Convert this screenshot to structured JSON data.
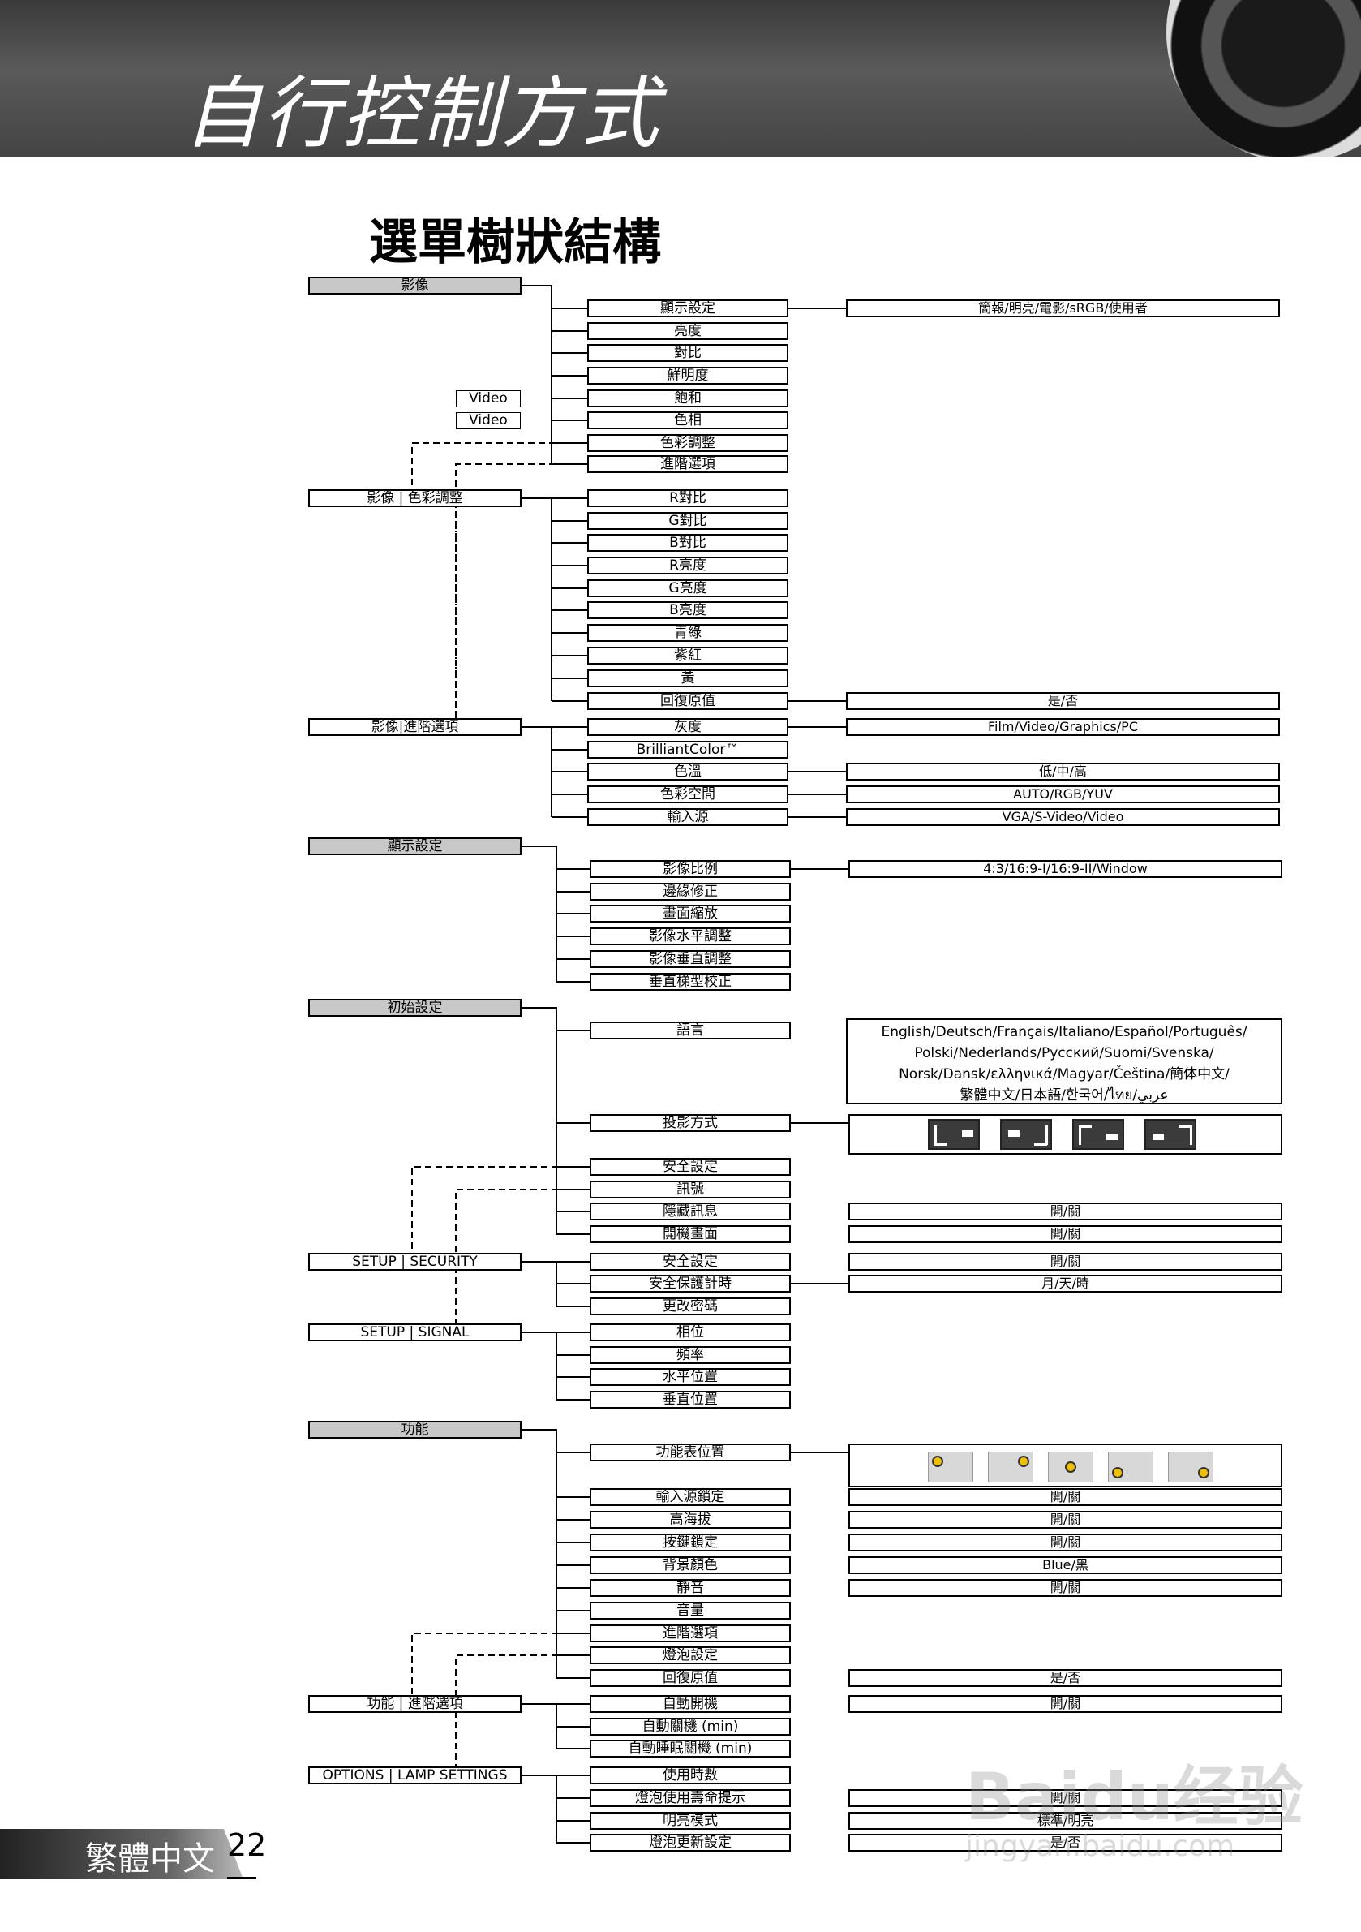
{
  "header": {
    "title": "自行控制方式"
  },
  "page_title": "選單樹狀結構",
  "footer": {
    "language": "繁體中文",
    "page_number": "22"
  },
  "watermark": {
    "brand": "Baidu经验",
    "url": "jingyan.baidu.com"
  },
  "menu": {
    "image": {
      "label": "影像",
      "items": [
        "顯示設定",
        "亮度",
        "對比",
        "鮮明度",
        "飽和",
        "色相",
        "色彩調整",
        "進階選項"
      ],
      "video_notes": [
        "Video",
        "Video"
      ],
      "display_mode_values": "簡報/明亮/電影/sRGB/使用者"
    },
    "color_adjust": {
      "label": "影像 | 色彩調整",
      "items": [
        "R對比",
        "G對比",
        "B對比",
        "R亮度",
        "G亮度",
        "B亮度",
        "青綠",
        "紫紅",
        "黃",
        "回復原值"
      ],
      "reset_values": "是/否"
    },
    "image_advanced": {
      "label": "影像|進階選項",
      "items": [
        "灰度",
        "BrilliantColor™",
        "色溫",
        "色彩空間",
        "輸入源"
      ],
      "values": [
        "Film/Video/Graphics/PC",
        "低/中/高",
        "AUTO/RGB/YUV",
        "VGA/S-Video/Video"
      ]
    },
    "display": {
      "label": "顯示設定",
      "items": [
        "影像比例",
        "邊緣修正",
        "畫面縮放",
        "影像水平調整",
        "影像垂直調整",
        "垂直梯型校正"
      ],
      "aspect_values": "4:3/16:9-I/16:9-II/Window"
    },
    "setup": {
      "label": "初始設定",
      "items": [
        "語言",
        "投影方式",
        "安全設定",
        "訊號",
        "隱藏訊息",
        "開機畫面"
      ],
      "languages": [
        "English/Deutsch/Français/Italiano/Español/Português/",
        "Polski/Nederlands/Русский/Suomi/Svenska/",
        "Norsk/Dansk/ελληνικά/Magyar/Čeština/簡体中文/",
        "繁體中文/日本語/한국어/ไทย/عربي"
      ],
      "on_off": "開/關"
    },
    "setup_security": {
      "label": "SETUP | SECURITY",
      "items": [
        "安全設定",
        "安全保護計時",
        "更改密碼"
      ],
      "values": [
        "開/關",
        "月/天/時"
      ]
    },
    "setup_signal": {
      "label": "SETUP | SIGNAL",
      "items": [
        "相位",
        "頻率",
        "水平位置",
        "垂直位置"
      ]
    },
    "options": {
      "label": "功能",
      "items": [
        "功能表位置",
        "輸入源鎖定",
        "高海拔",
        "按鍵鎖定",
        "背景顏色",
        "靜音",
        "音量",
        "進階選項",
        "燈泡設定",
        "回復原值"
      ],
      "values": [
        "開/關",
        "開/關",
        "開/關",
        "Blue/黑",
        "開/關",
        "是/否"
      ]
    },
    "options_advanced": {
      "label": "功能 | 進階選項",
      "items": [
        "自動開機",
        "自動關機 (min)",
        "自動睡眠關機 (min)"
      ],
      "values": [
        "開/關"
      ]
    },
    "options_lamp": {
      "label": "OPTIONS | LAMP SETTINGS",
      "items": [
        "使用時數",
        "燈泡使用壽命提示",
        "明亮模式",
        "燈泡更新設定"
      ],
      "values": [
        "開/關",
        "標準/明亮",
        "是/否"
      ]
    }
  }
}
